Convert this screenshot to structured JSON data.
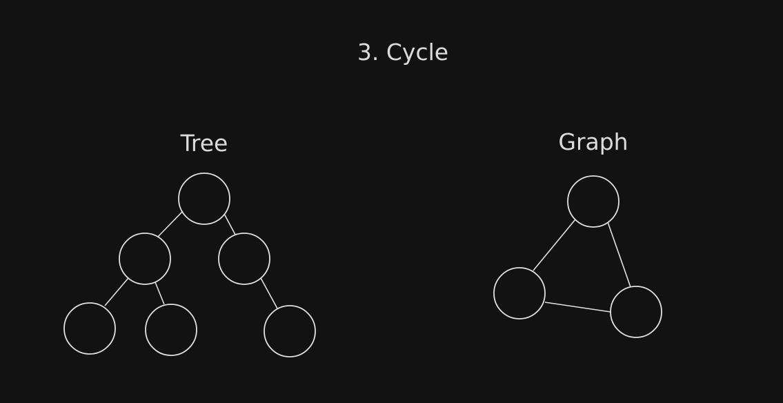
{
  "title": "3. Cycle",
  "diagrams": [
    {
      "id": "tree",
      "label": "Tree"
    },
    {
      "id": "graph",
      "label": "Graph"
    }
  ],
  "colors": {
    "background": "#121212",
    "stroke": "#e3e3e3",
    "text": "#dcdcdc"
  }
}
